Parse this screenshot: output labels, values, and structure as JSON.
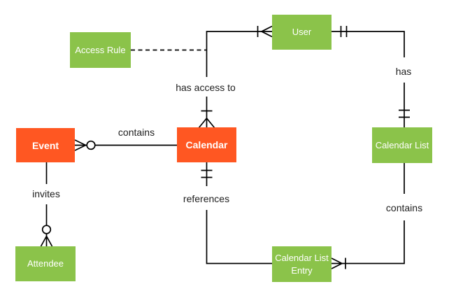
{
  "diagram": {
    "type": "entity-relationship-diagram",
    "entities": [
      {
        "id": "event",
        "label": "Event",
        "style": "primary"
      },
      {
        "id": "calendar",
        "label": "Calendar",
        "style": "primary"
      },
      {
        "id": "user",
        "label": "User",
        "style": "secondary"
      },
      {
        "id": "access-rule",
        "label": "Access Rule",
        "style": "secondary"
      },
      {
        "id": "calendar-list",
        "label": "Calendar List",
        "style": "secondary"
      },
      {
        "id": "attendee",
        "label": "Attendee",
        "style": "secondary"
      },
      {
        "id": "calendar-list-entry",
        "label": "Calendar List Entry",
        "style": "secondary"
      }
    ],
    "relationships": [
      {
        "label": "contains",
        "from": "Event",
        "to": "Calendar",
        "from_cardinality": "zero-or-many",
        "to_cardinality": "none",
        "line": "solid"
      },
      {
        "label": "has access to",
        "from": "Calendar",
        "to": "User",
        "from_cardinality": "one-or-many",
        "to_cardinality": "one-or-many",
        "line": "solid"
      },
      {
        "label": "has",
        "from": "User",
        "to": "Calendar List",
        "from_cardinality": "exactly-one",
        "to_cardinality": "exactly-one",
        "line": "solid"
      },
      {
        "label": "contains",
        "from": "Calendar List",
        "to": "Calendar List Entry",
        "from_cardinality": "none",
        "to_cardinality": "one-or-many",
        "line": "solid"
      },
      {
        "label": "references",
        "from": "Calendar",
        "to": "Calendar List Entry",
        "from_cardinality": "exactly-one",
        "to_cardinality": "none",
        "line": "solid"
      },
      {
        "label": "invites",
        "from": "Event",
        "to": "Attendee",
        "from_cardinality": "none",
        "to_cardinality": "zero-or-many",
        "line": "solid"
      },
      {
        "label": "",
        "from": "Access Rule",
        "to": "has access to (Calendar-User relationship)",
        "from_cardinality": "none",
        "to_cardinality": "none",
        "line": "dashed"
      }
    ],
    "colors": {
      "primary_entity": "#FF5722",
      "secondary_entity": "#8BC34A",
      "entity_text": "#FFFFFF",
      "line": "#000000",
      "label_text": "#212121",
      "background": "#FFFFFF"
    }
  }
}
